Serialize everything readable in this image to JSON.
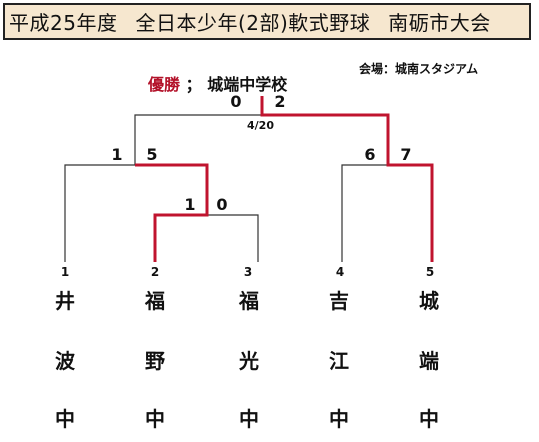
{
  "title": {
    "season": "平成25年度",
    "event": "全日本少年(2部)軟式野球",
    "tournament": "南砺市大会"
  },
  "venue": "会場：城南スタジアム",
  "champion": {
    "label": "優勝",
    "separator": "；",
    "team": "城端中学校"
  },
  "final": {
    "score_left": "0",
    "score_right": "2",
    "date": "4/20"
  },
  "semifinal_left": {
    "score_left": "1",
    "score_right": "5"
  },
  "semifinal_right": {
    "score_left": "6",
    "score_right": "7"
  },
  "first_round": {
    "score_left": "1",
    "score_right": "0"
  },
  "teams": [
    {
      "seed": "1",
      "chars": [
        "井",
        "波",
        "中"
      ]
    },
    {
      "seed": "2",
      "chars": [
        "福",
        "野",
        "中"
      ]
    },
    {
      "seed": "3",
      "chars": [
        "福",
        "光",
        "中"
      ]
    },
    {
      "seed": "4",
      "chars": [
        "吉",
        "江",
        "中"
      ]
    },
    {
      "seed": "5",
      "chars": [
        "城",
        "端",
        "中"
      ]
    }
  ],
  "colors": {
    "winner_line": "#c0142f",
    "loser_line": "#333333",
    "title_bg": "#f6e7cf"
  }
}
